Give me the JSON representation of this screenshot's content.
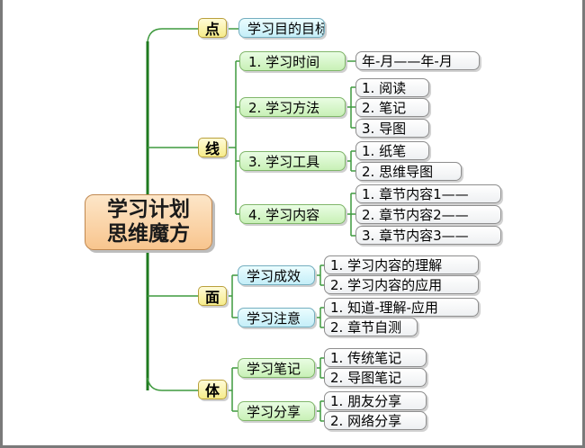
{
  "root": {
    "line1": "学习计划",
    "line2": "思维魔方"
  },
  "branches": {
    "dian": {
      "label": "点",
      "target": {
        "label": "学习目的目标"
      }
    },
    "xian": {
      "label": "线",
      "items": [
        {
          "label": "1.  学习时间",
          "children": [
            "年-月——年-月"
          ]
        },
        {
          "label": "2.  学习方法",
          "children": [
            "1.  阅读",
            "2.  笔记",
            "3.  导图"
          ]
        },
        {
          "label": "3.  学习工具",
          "children": [
            "1.  纸笔",
            "2.  思维导图"
          ]
        },
        {
          "label": "4.  学习内容",
          "children": [
            "1.  章节内容1——",
            "2.  章节内容2——",
            "3.  章节内容3——"
          ]
        }
      ]
    },
    "mian": {
      "label": "面",
      "items": [
        {
          "label": "学习成效",
          "children": [
            "1.  学习内容的理解",
            "2.  学习内容的应用"
          ]
        },
        {
          "label": "学习注意",
          "children": [
            "1.  知道-理解-应用",
            "2.  章节自测"
          ]
        }
      ]
    },
    "ti": {
      "label": "体",
      "items": [
        {
          "label": "学习笔记",
          "children": [
            "1.  传统笔记",
            "2.  导图笔记"
          ]
        },
        {
          "label": "学习分享",
          "children": [
            "1.  朋友分享",
            "2.  网络分享"
          ]
        }
      ]
    }
  },
  "colors": {
    "trunk": "#1f7a1f",
    "connector": "#3f9a3f",
    "level1": "#f6ec8a",
    "level2": "#c8f0b6",
    "level2_blue": "#c4eef8",
    "root": "#f8c58e"
  }
}
